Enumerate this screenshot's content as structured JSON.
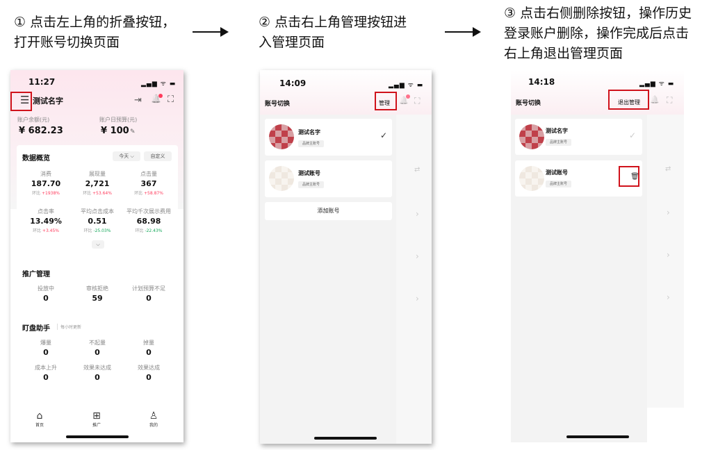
{
  "steps": {
    "s1_line1": "① 点击左上角的折叠按钮，",
    "s1_line2": "打开账号切换页面",
    "s2_line1": "② 点击右上角管理按钮进",
    "s2_line2": "入管理页面",
    "s3_line1": "③ 点击右侧删除按钮，操作历史",
    "s3_line2": "登录账户删除，操作完成后点击",
    "s3_line3": "右上角退出管理页面"
  },
  "statusbar_icons": "▂▄▆ ᯤ ▬",
  "phone1": {
    "time": "11:27",
    "menu_icon": "☰",
    "account_name": "测试名字",
    "header_icons": {
      "logout": "⇥",
      "bell": "🔔",
      "scan": "⛶"
    },
    "balance_label": "账户余额(元)",
    "balance_value": "¥ 682.23",
    "budget_label": "账户日预算(元)",
    "budget_value": "¥ 100",
    "budget_edit_icon": "✎",
    "overview": {
      "title": "数据概览",
      "period": "今天 ⌵",
      "custom": "自定义",
      "metrics": [
        {
          "label": "消费",
          "value": "187.70",
          "cmp_prefix": "环比",
          "cmp": "+1938%",
          "trend": "up"
        },
        {
          "label": "展现量",
          "value": "2,721",
          "cmp_prefix": "环比",
          "cmp": "+53.64%",
          "trend": "up"
        },
        {
          "label": "点击量",
          "value": "367",
          "cmp_prefix": "环比",
          "cmp": "+58.87%",
          "trend": "up"
        },
        {
          "label": "点击率",
          "value": "13.49%",
          "cmp_prefix": "环比",
          "cmp": "+3.45%",
          "trend": "up"
        },
        {
          "label": "平均点击成本",
          "value": "0.51",
          "cmp_prefix": "环比",
          "cmp": "-25.03%",
          "trend": "down"
        },
        {
          "label": "平均千次展示费用",
          "value": "68.98",
          "cmp_prefix": "环比",
          "cmp": "-22.43%",
          "trend": "down"
        }
      ],
      "expand": "⌵"
    },
    "promo": {
      "title": "推广管理",
      "items": [
        {
          "label": "投放中",
          "value": "0"
        },
        {
          "label": "审核拒绝",
          "value": "59"
        },
        {
          "label": "计划预算不足",
          "value": "0"
        }
      ]
    },
    "monitor": {
      "title": "盯盘助手",
      "subtitle": "每小时更新",
      "items": [
        {
          "label": "爆量",
          "value": "0"
        },
        {
          "label": "不起量",
          "value": "0"
        },
        {
          "label": "掉量",
          "value": "0"
        },
        {
          "label": "成本上升",
          "value": "0"
        },
        {
          "label": "效果未达成",
          "value": "0"
        },
        {
          "label": "效果达成",
          "value": "0"
        }
      ]
    },
    "tabbar": [
      {
        "icon": "⌂",
        "label": "首页"
      },
      {
        "icon": "⊞",
        "label": "推广"
      },
      {
        "icon": "♙",
        "label": "我的"
      }
    ]
  },
  "phone2": {
    "time": "14:09",
    "title": "账号切换",
    "manage": "管理",
    "accounts": [
      {
        "name": "测试名字",
        "tag": "品牌主账号"
      },
      {
        "name": "测试账号",
        "tag": "品牌主账号"
      }
    ],
    "check_icon": "✓",
    "add_account": "添加账号",
    "swap_icon": "⇄",
    "chevron": "›"
  },
  "phone3": {
    "time": "14:18",
    "title": "账号切换",
    "exit_manage": "退出管理",
    "accounts": [
      {
        "name": "测试名字",
        "tag": "品牌主账号"
      },
      {
        "name": "测试账号",
        "tag": "品牌主账号"
      }
    ],
    "check_icon": "✓",
    "delete_icon": "🗑",
    "swap_icon": "⇄",
    "chevron": "›"
  },
  "colors": {
    "accent_red": "#d0121b",
    "up": "#ff3b5c",
    "down": "#14a85a"
  }
}
